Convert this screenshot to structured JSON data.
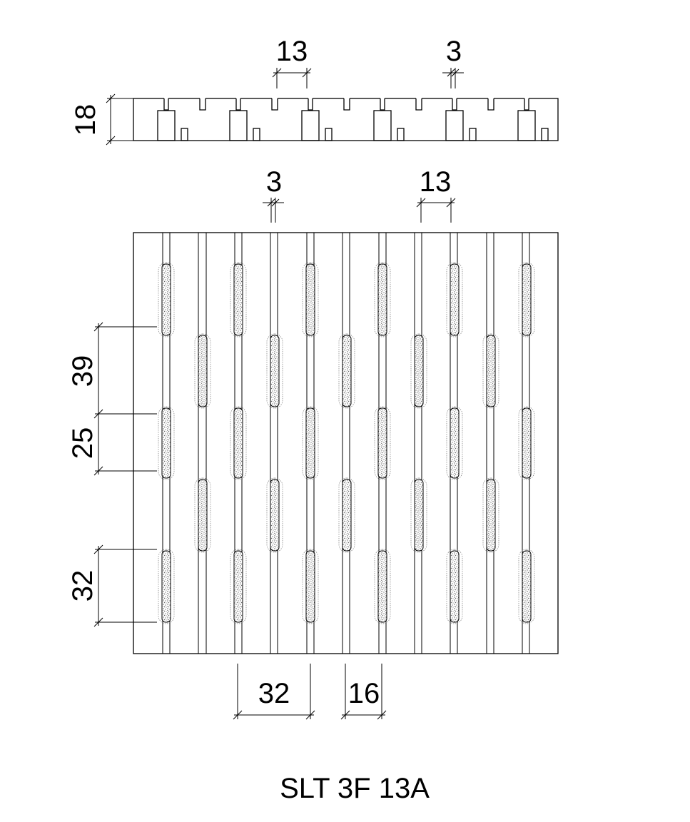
{
  "diagram": {
    "title": "SLT 3F 13A",
    "section_view": {
      "height_label": "18",
      "groove_width_label": "13",
      "slot_width_label": "3"
    },
    "plan_view": {
      "top_slot_label": "3",
      "top_groove_label": "13",
      "vertical_dims": [
        "39",
        "25",
        "32"
      ],
      "bottom_spacing_label": "32",
      "bottom_half_spacing_label": "16"
    },
    "colors": {
      "line": "#000000",
      "speckle": "#555555",
      "dotted_outline": "#777777"
    }
  }
}
